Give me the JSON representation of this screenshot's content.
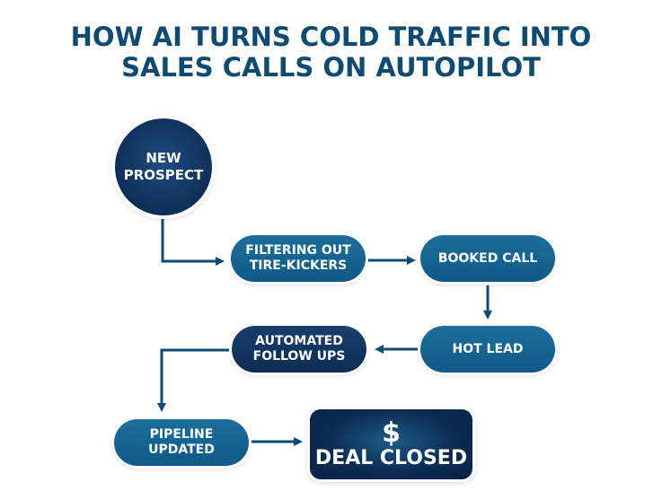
{
  "title": {
    "line1": "HOW AI TURNS COLD TRAFFIC INTO",
    "line2": "SALES CALLS ON AUTOPILOT"
  },
  "colors": {
    "title": "#0f4a72",
    "connector": "#0f4a72",
    "pill_blue": "#17648f",
    "pill_navy": "#12365f",
    "deal_bg": "#0d2c55",
    "text": "#ffffff"
  },
  "nodes": {
    "new_prospect": "NEW\nPROSPECT",
    "filtering": "FILTERING OUT\nTIRE-KICKERS",
    "booked_call": "BOOKED CALL",
    "hot_lead": "HOT LEAD",
    "automated_follow_ups": "AUTOMATED\nFOLLOW UPS",
    "pipeline_updated": "PIPELINE\nUPDATED",
    "deal_closed_icon": "$",
    "deal_closed": "DEAL CLOSED"
  },
  "flow": [
    {
      "from": "new_prospect",
      "to": "filtering"
    },
    {
      "from": "filtering",
      "to": "booked_call"
    },
    {
      "from": "booked_call",
      "to": "hot_lead"
    },
    {
      "from": "hot_lead",
      "to": "automated_follow_ups"
    },
    {
      "from": "automated_follow_ups",
      "to": "pipeline_updated"
    },
    {
      "from": "pipeline_updated",
      "to": "deal_closed"
    }
  ]
}
